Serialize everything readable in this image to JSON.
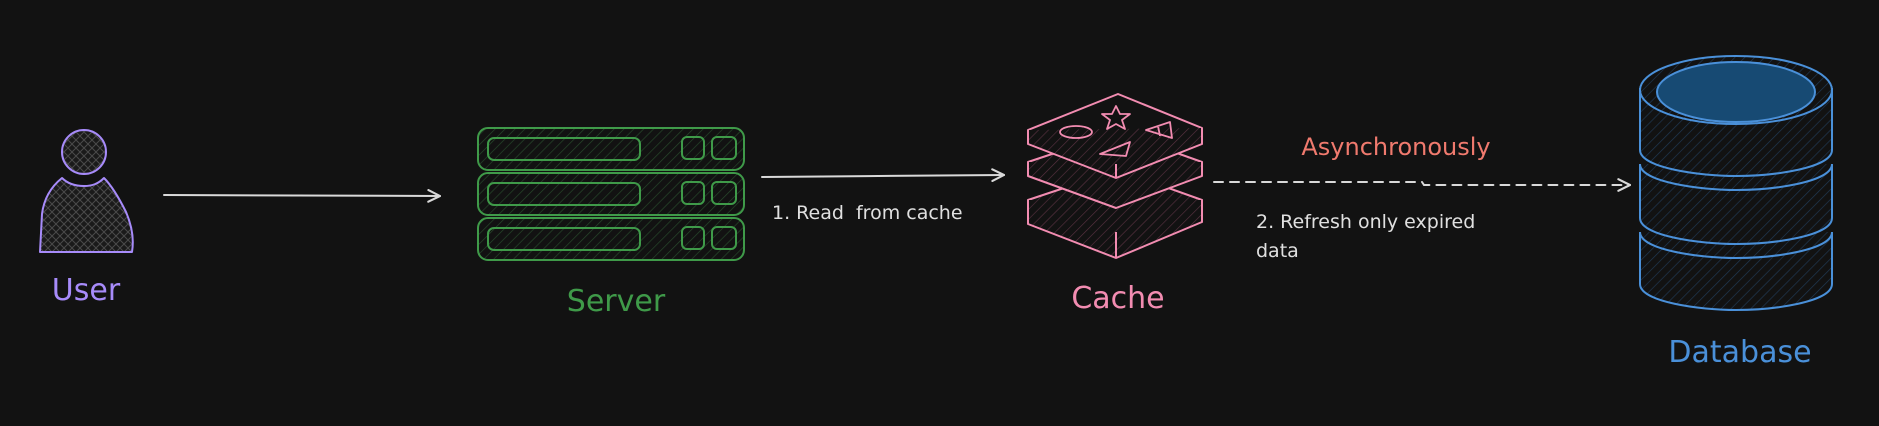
{
  "colors": {
    "background": "#121212",
    "user": "#a78bfa",
    "server": "#3f9a49",
    "cache": "#f28cb1",
    "database": "#4a90d9",
    "database_fill": "#174a73",
    "arrow": "#d9d9d9",
    "async_label": "#f07a6e",
    "text": "#e0e0e0"
  },
  "nodes": {
    "user": {
      "label": "User",
      "icon": "person-icon"
    },
    "server": {
      "label": "Server",
      "icon": "server-rack-icon"
    },
    "cache": {
      "label": "Cache",
      "icon": "redis-stack-icon"
    },
    "database": {
      "label": "Database",
      "icon": "database-cylinder-icon"
    }
  },
  "edges": {
    "user_to_server": {
      "label": ""
    },
    "server_to_cache": {
      "label": "1. Read  from cache"
    },
    "cache_to_database": {
      "label_line1": "2. Refresh only expired",
      "label_line2": "data",
      "annotation": "Asynchronously",
      "style": "dashed"
    }
  }
}
